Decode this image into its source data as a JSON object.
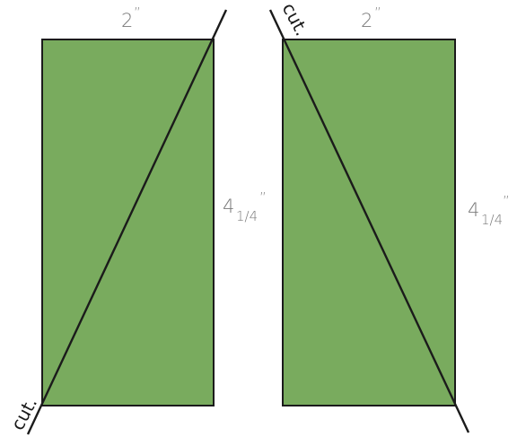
{
  "colors": {
    "fill": "#79ab5e",
    "stroke": "#1b1b1b",
    "label": "#7a7a7a"
  },
  "left_piece": {
    "width_main": "2",
    "width_mark": "”",
    "height_whole": "4",
    "height_fraction": "1/4",
    "height_mark": "”",
    "cut_label": "cut."
  },
  "right_piece": {
    "width_main": "2",
    "width_mark": "”",
    "height_whole": "4",
    "height_fraction": "1/4",
    "height_mark": "”",
    "cut_label": "cut."
  }
}
